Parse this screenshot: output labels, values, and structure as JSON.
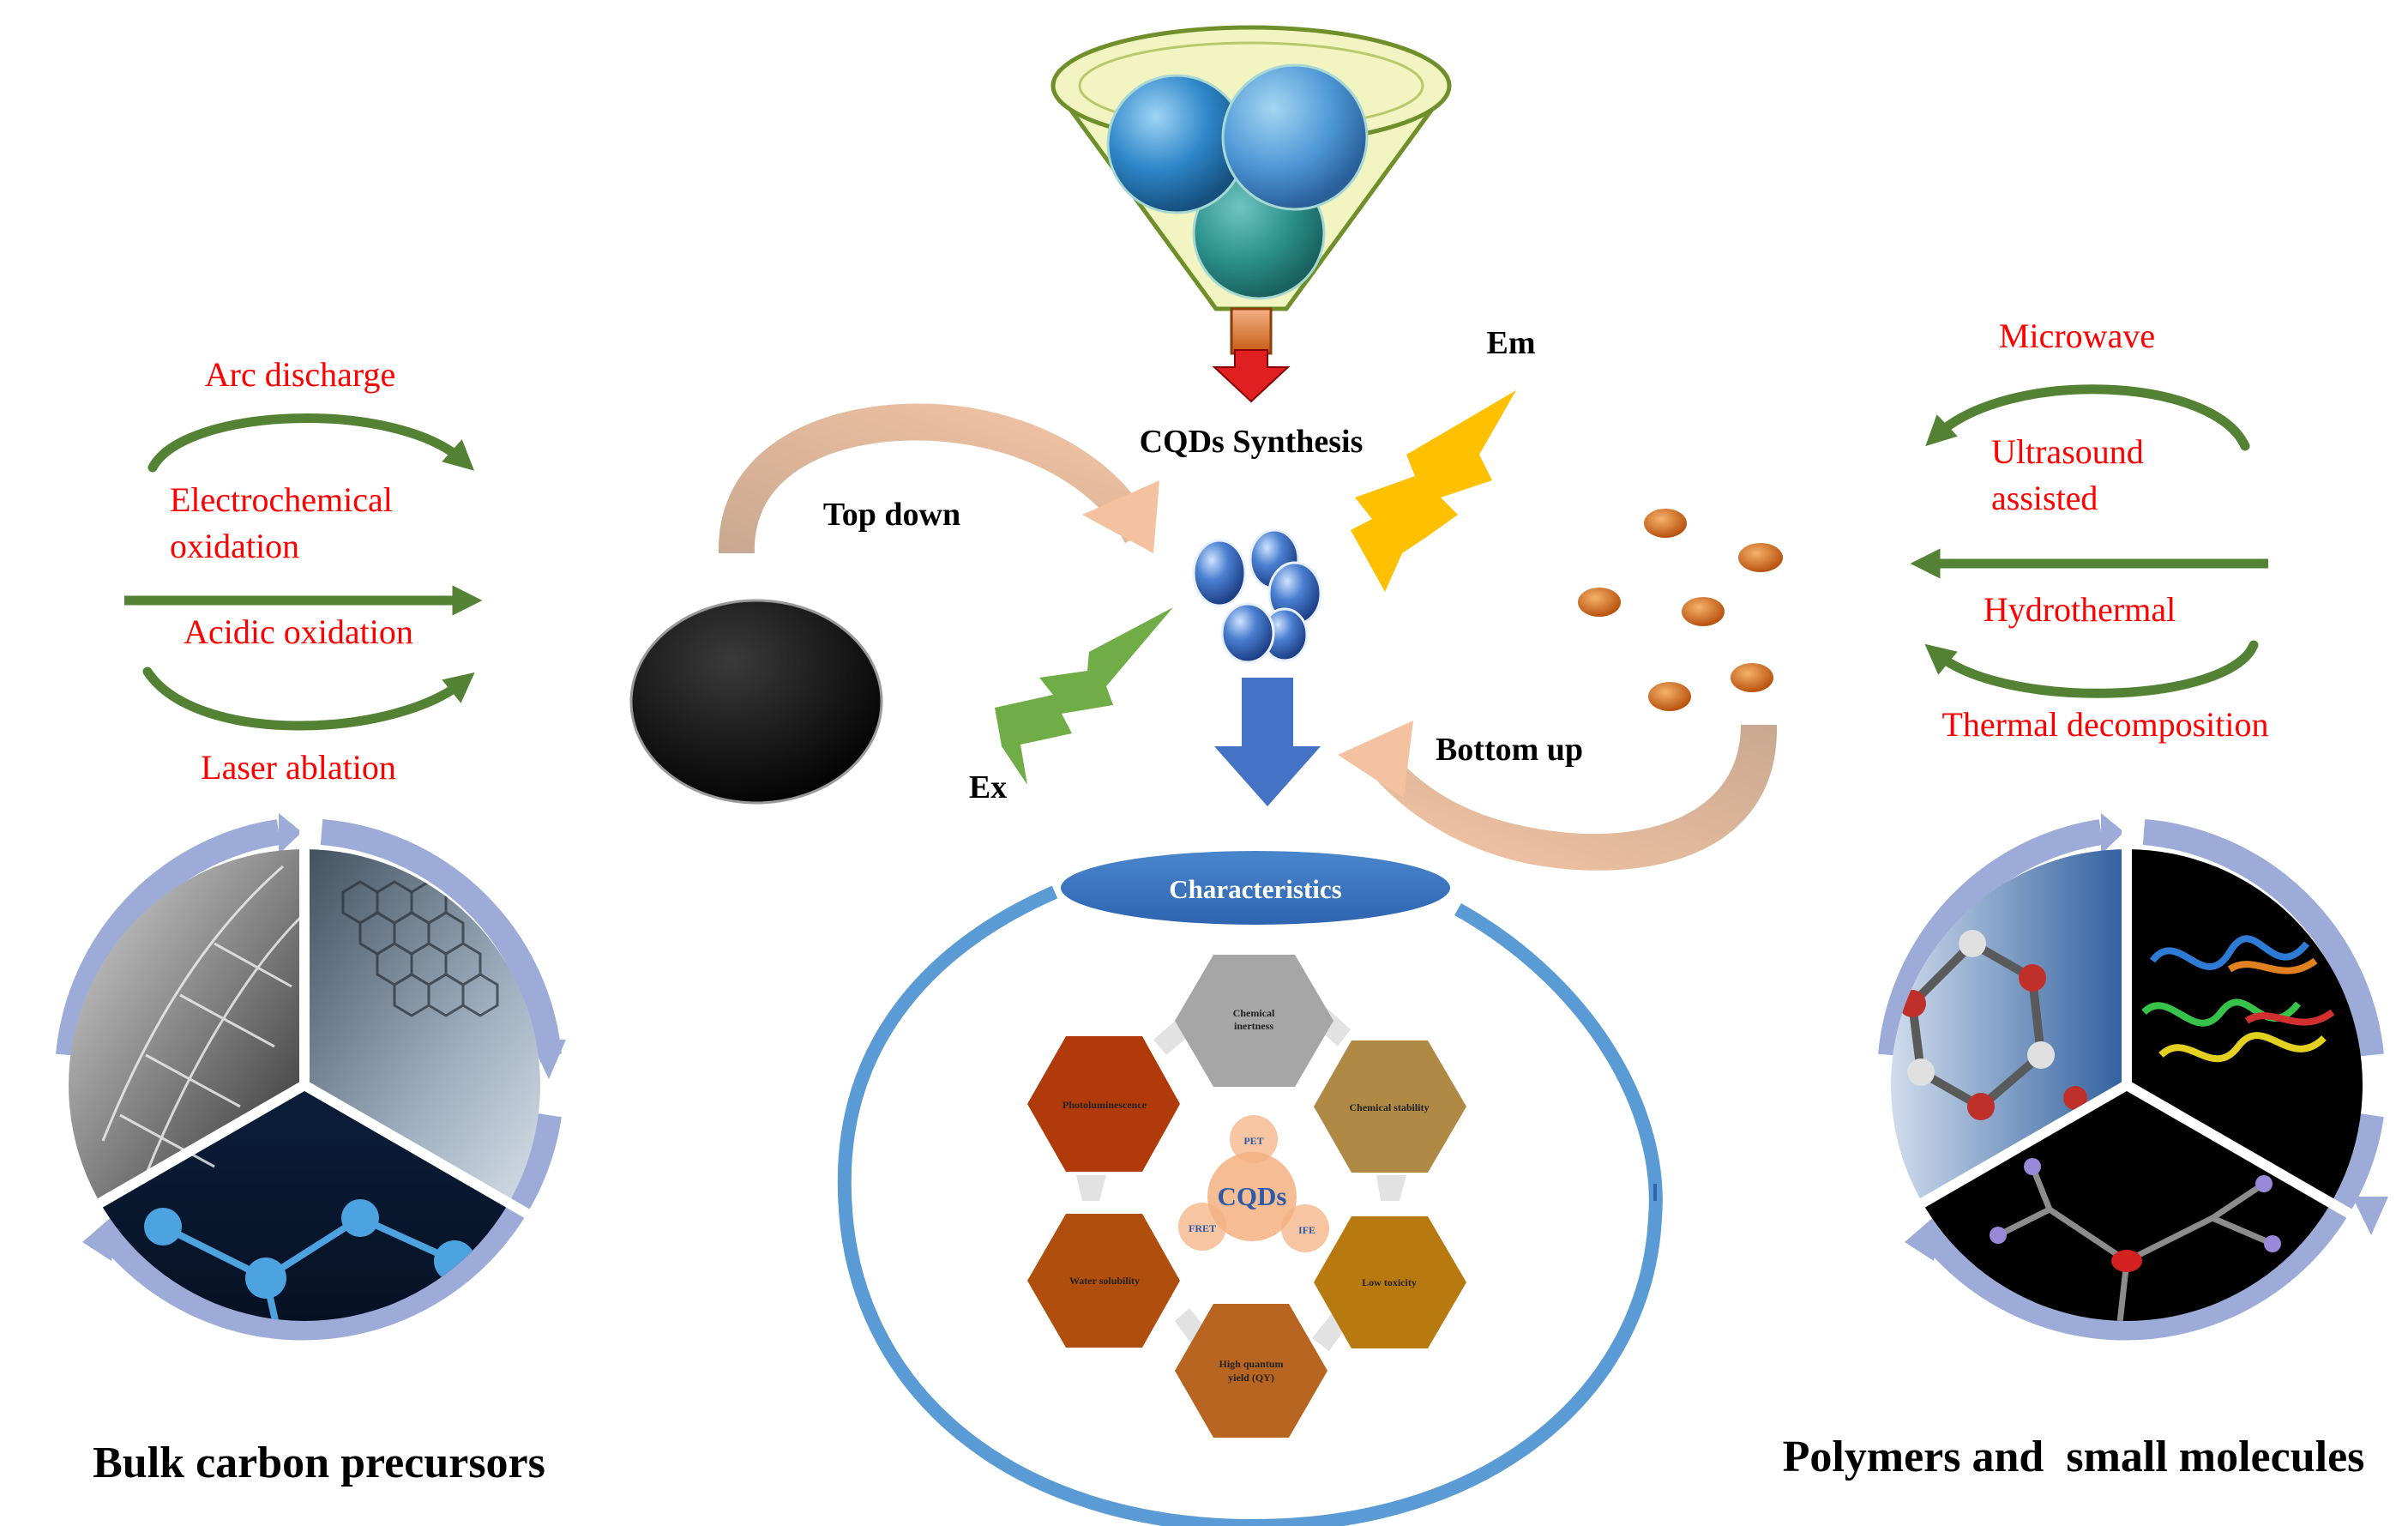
{
  "synthesis_title": "CQDs Synthesis",
  "routes": {
    "top_down": "Top down",
    "bottom_up": "Bottom up"
  },
  "spectral": {
    "excitation": "Ex",
    "emission": "Em"
  },
  "top_down_methods": [
    "Arc discharge",
    "Electrochemical",
    "oxidation",
    "Acidic oxidation",
    "Laser ablation"
  ],
  "bottom_up_methods": [
    "Microwave",
    "Ultrasound",
    "assisted",
    "Hydrothermal",
    "Thermal decomposition"
  ],
  "precursors": {
    "left_caption": "Bulk carbon precursors",
    "right_caption": "Polymers and  small molecules"
  },
  "characteristics": {
    "title": "Characteristics",
    "center": "CQDs",
    "mechanisms": [
      "PET",
      "FRET",
      "IFE"
    ],
    "properties": [
      {
        "lines": [
          "Chemical",
          "inertness"
        ],
        "color": "#a6a6a6"
      },
      {
        "lines": [
          "Chemical stability"
        ],
        "color": "#b08a45"
      },
      {
        "lines": [
          "Low toxicity"
        ],
        "color": "#b87a10"
      },
      {
        "lines": [
          "High quantum",
          "yield (QY)"
        ],
        "color": "#b86522"
      },
      {
        "lines": [
          "Water solubility"
        ],
        "color": "#b04e0e"
      },
      {
        "lines": [
          "Photoluminescence"
        ],
        "color": "#b03a0a"
      }
    ]
  },
  "colors": {
    "method_text": "#ff0000",
    "green_arrow": "#548235",
    "funnel": "#f2f5c2",
    "cqd_blue": "#2f5aa8",
    "ring_blue": "#5b9bd5",
    "lavender": "#9dabd8",
    "orange_dot": "#c55a11",
    "ex_bolt": "#70ad47",
    "em_bolt": "#ffc000",
    "down_arrow": "#4472c4",
    "red_arrow": "#e02020"
  }
}
